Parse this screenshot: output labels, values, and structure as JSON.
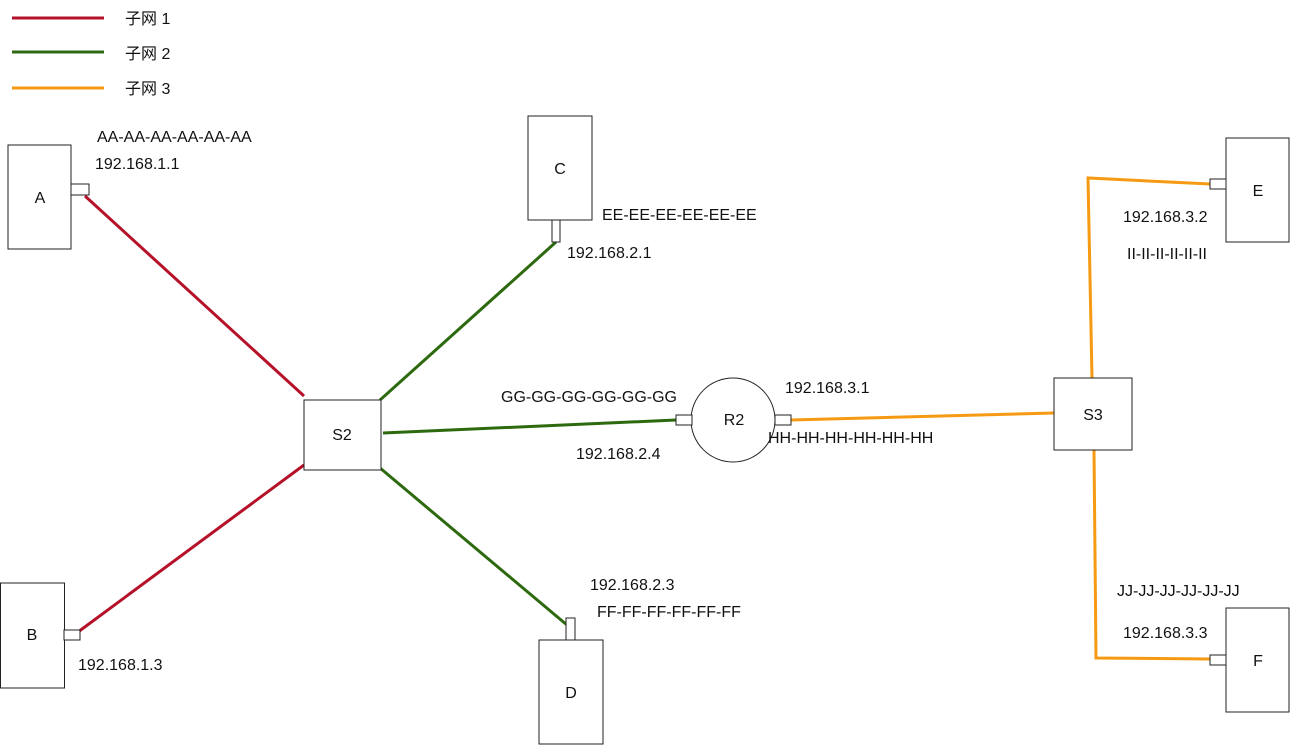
{
  "legend": [
    {
      "label": "子网 1",
      "color": "#b5122a"
    },
    {
      "label": "子网 2",
      "color": "#2d6a0f"
    },
    {
      "label": "子网 3",
      "color": "#f59a12"
    }
  ],
  "nodes": {
    "A": "A",
    "B": "B",
    "C": "C",
    "D": "D",
    "E": "E",
    "F": "F",
    "S2": "S2",
    "S3": "S3",
    "R2": "R2"
  },
  "labels": {
    "a_mac": "AA-AA-AA-AA-AA-AA",
    "a_ip": "192.168.1.1",
    "b_ip": "192.168.1.3",
    "c_mac": "EE-EE-EE-EE-EE-EE",
    "c_ip": "192.168.2.1",
    "d_ip": "192.168.2.3",
    "d_mac": "FF-FF-FF-FF-FF-FF",
    "r2_left_mac": "GG-GG-GG-GG-GG-GG",
    "r2_left_ip": "192.168.2.4",
    "r2_right_ip": "192.168.3.1",
    "r2_right_mac": "HH-HH-HH-HH-HH-HH",
    "e_ip": "192.168.3.2",
    "e_mac": "II-II-II-II-II-II",
    "f_mac": "JJ-JJ-JJ-JJ-JJ-JJ",
    "f_ip": "192.168.3.3"
  }
}
